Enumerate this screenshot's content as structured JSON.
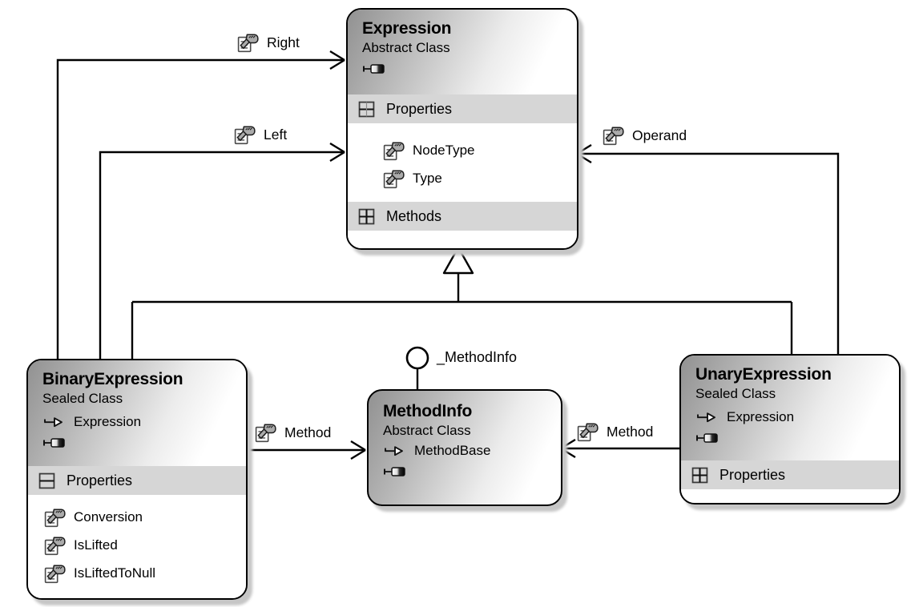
{
  "colors": {
    "line": "#000000",
    "section_band": "#d6d6d6",
    "header_gradient_dark": "#919191",
    "header_gradient_light": "#ffffff",
    "box_fill": "#ffffff",
    "shadow": "#c6c6c6",
    "hand_icon_fill": "#ababab"
  },
  "icons": {
    "property": "document-with-pointing-hand",
    "expand": "plus-in-box",
    "collapse": "minus-in-box",
    "inherits": "line-with-hollow-triangle",
    "collapse_widget": "tick-line-pill-gradient",
    "interface": "lollipop-circle"
  },
  "classes": {
    "expression": {
      "title": "Expression",
      "kind": "Abstract Class",
      "properties_section": "Properties",
      "methods_section": "Methods",
      "properties": [
        "NodeType",
        "Type"
      ]
    },
    "binary_expression": {
      "title": "BinaryExpression",
      "kind": "Sealed Class",
      "base": "Expression",
      "properties_section": "Properties",
      "properties": [
        "Conversion",
        "IsLifted",
        "IsLiftedToNull"
      ]
    },
    "unary_expression": {
      "title": "UnaryExpression",
      "kind": "Sealed Class",
      "base": "Expression",
      "properties_section": "Properties"
    },
    "method_info": {
      "title": "MethodInfo",
      "kind": "Abstract Class",
      "base": "MethodBase",
      "interface_label": "_MethodInfo"
    }
  },
  "connectors": {
    "right": "Right",
    "left": "Left",
    "operand": "Operand",
    "binary_method": "Method",
    "unary_method": "Method"
  }
}
